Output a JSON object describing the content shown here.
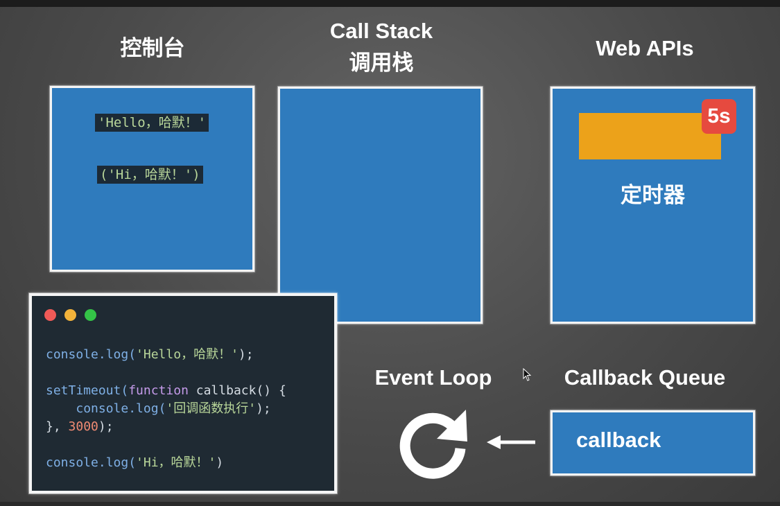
{
  "headings": {
    "console": "控制台",
    "call_stack_en": "Call Stack",
    "call_stack_zh": "调用栈",
    "web_apis": "Web APIs",
    "event_loop": "Event Loop",
    "callback_queue": "Callback Queue"
  },
  "console_output": [
    "'Hello，哈默！'",
    "('Hi，哈默！')"
  ],
  "web_apis_panel": {
    "timer_badge": "5s",
    "timer_label": "定时器"
  },
  "callback_queue_panel": {
    "item": "callback"
  },
  "code": {
    "line1": {
      "fn": "console.log(",
      "str": "'Hello，哈默！'",
      "end": ");"
    },
    "line2": {
      "fn": "setTimeout(",
      "kw": "function",
      "rest": " callback() {"
    },
    "line3": {
      "indent": "    ",
      "fn": "console.log(",
      "str": "'回调函数执行'",
      "end": ");"
    },
    "line4": {
      "start": "}, ",
      "num": "3000",
      "end": ");"
    },
    "line5": {
      "fn": "console.log(",
      "str": "'Hi，哈默！'",
      "end": ")"
    }
  },
  "icons": [
    "reload-icon",
    "arrow-left-icon",
    "mouse-cursor-icon"
  ],
  "colors": {
    "panel_blue": "#2f7bbd",
    "timer_orange": "#eca21a",
    "badge_red": "#e64a3f",
    "editor_bg": "#1f2a33"
  }
}
